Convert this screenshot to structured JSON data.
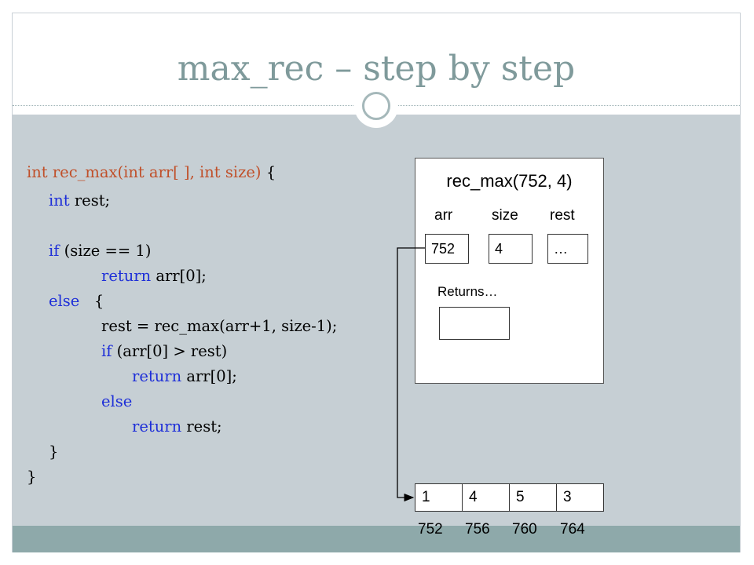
{
  "slide": {
    "title": "max_rec – step by step"
  },
  "code": {
    "lines": [
      {
        "parts": [
          {
            "text": "int rec_max(int arr[ ], int size) ",
            "style": "orange"
          },
          {
            "text": "{",
            "style": "plain"
          }
        ]
      },
      {
        "parts": [
          {
            "text": "int",
            "style": "blue"
          },
          {
            "text": " rest;",
            "style": "plain"
          }
        ]
      },
      {
        "parts": []
      },
      {
        "parts": [
          {
            "text": "if",
            "style": "blue"
          },
          {
            "text": " (size == 1)",
            "style": "plain"
          }
        ]
      },
      {
        "parts": [
          {
            "text": "return",
            "style": "blue"
          },
          {
            "text": " arr[0];",
            "style": "plain"
          }
        ]
      },
      {
        "parts": [
          {
            "text": "else",
            "style": "blue"
          },
          {
            "text": "   {",
            "style": "plain"
          }
        ]
      },
      {
        "parts": [
          {
            "text": "rest = rec_max(arr+1, size-1);",
            "style": "plain"
          }
        ]
      },
      {
        "parts": [
          {
            "text": "if",
            "style": "blue"
          },
          {
            "text": " (arr[0] > rest)",
            "style": "plain"
          }
        ]
      },
      {
        "parts": [
          {
            "text": "return",
            "style": "blue"
          },
          {
            "text": " arr[0];",
            "style": "plain"
          }
        ]
      },
      {
        "parts": [
          {
            "text": "else",
            "style": "blue"
          }
        ]
      },
      {
        "parts": [
          {
            "text": "return",
            "style": "blue"
          },
          {
            "text": " rest;",
            "style": "plain"
          }
        ]
      },
      {
        "parts": [
          {
            "text": "}",
            "style": "plain"
          }
        ]
      },
      {
        "parts": [
          {
            "text": "}",
            "style": "plain"
          }
        ]
      }
    ]
  },
  "frame": {
    "title": "rec_max(752, 4)",
    "labels": {
      "arr": "arr",
      "size": "size",
      "rest": "rest"
    },
    "values": {
      "arr": "752",
      "size": "4",
      "rest": "…"
    },
    "returns_label": "Returns…",
    "returns_value": ""
  },
  "memory": {
    "values": [
      "1",
      "4",
      "5",
      "3"
    ],
    "addresses": [
      "752",
      "756",
      "760",
      "764"
    ]
  },
  "colors": {
    "title": "#7f9a9b",
    "keyword_orange": "#c0502a",
    "keyword_blue": "#1e2fd8",
    "content_background": "#c6cfd4",
    "footer_bar": "#8ea9aa"
  }
}
